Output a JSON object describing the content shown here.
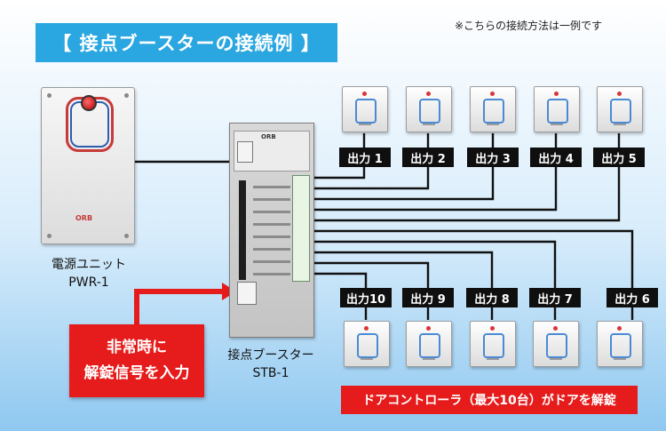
{
  "header": {
    "title": "【 接点ブースターの接続例 】",
    "note": "※こちらの接続方法は一例です"
  },
  "power_unit": {
    "name": "電源ユニット",
    "model": "PWR-1",
    "logo": "ORB"
  },
  "booster": {
    "name": "接点ブースター",
    "model": "STB-1",
    "logo": "ORB"
  },
  "outputs_top": [
    "出力 1",
    "出力 2",
    "出力 3",
    "出力 4",
    "出力 5"
  ],
  "outputs_bottom": [
    "出力10",
    "出力 9",
    "出力 8",
    "出力 7",
    "出力 6"
  ],
  "emergency": {
    "line1": "非常時に",
    "line2": "解錠信号を入力"
  },
  "banner": "ドアコントローラ（最大10台）がドアを解錠",
  "colors": {
    "title_bg": "#2aa6e0",
    "alert_red": "#e61b1b",
    "label_bg": "#0f0f0f",
    "wire": "#111111"
  }
}
